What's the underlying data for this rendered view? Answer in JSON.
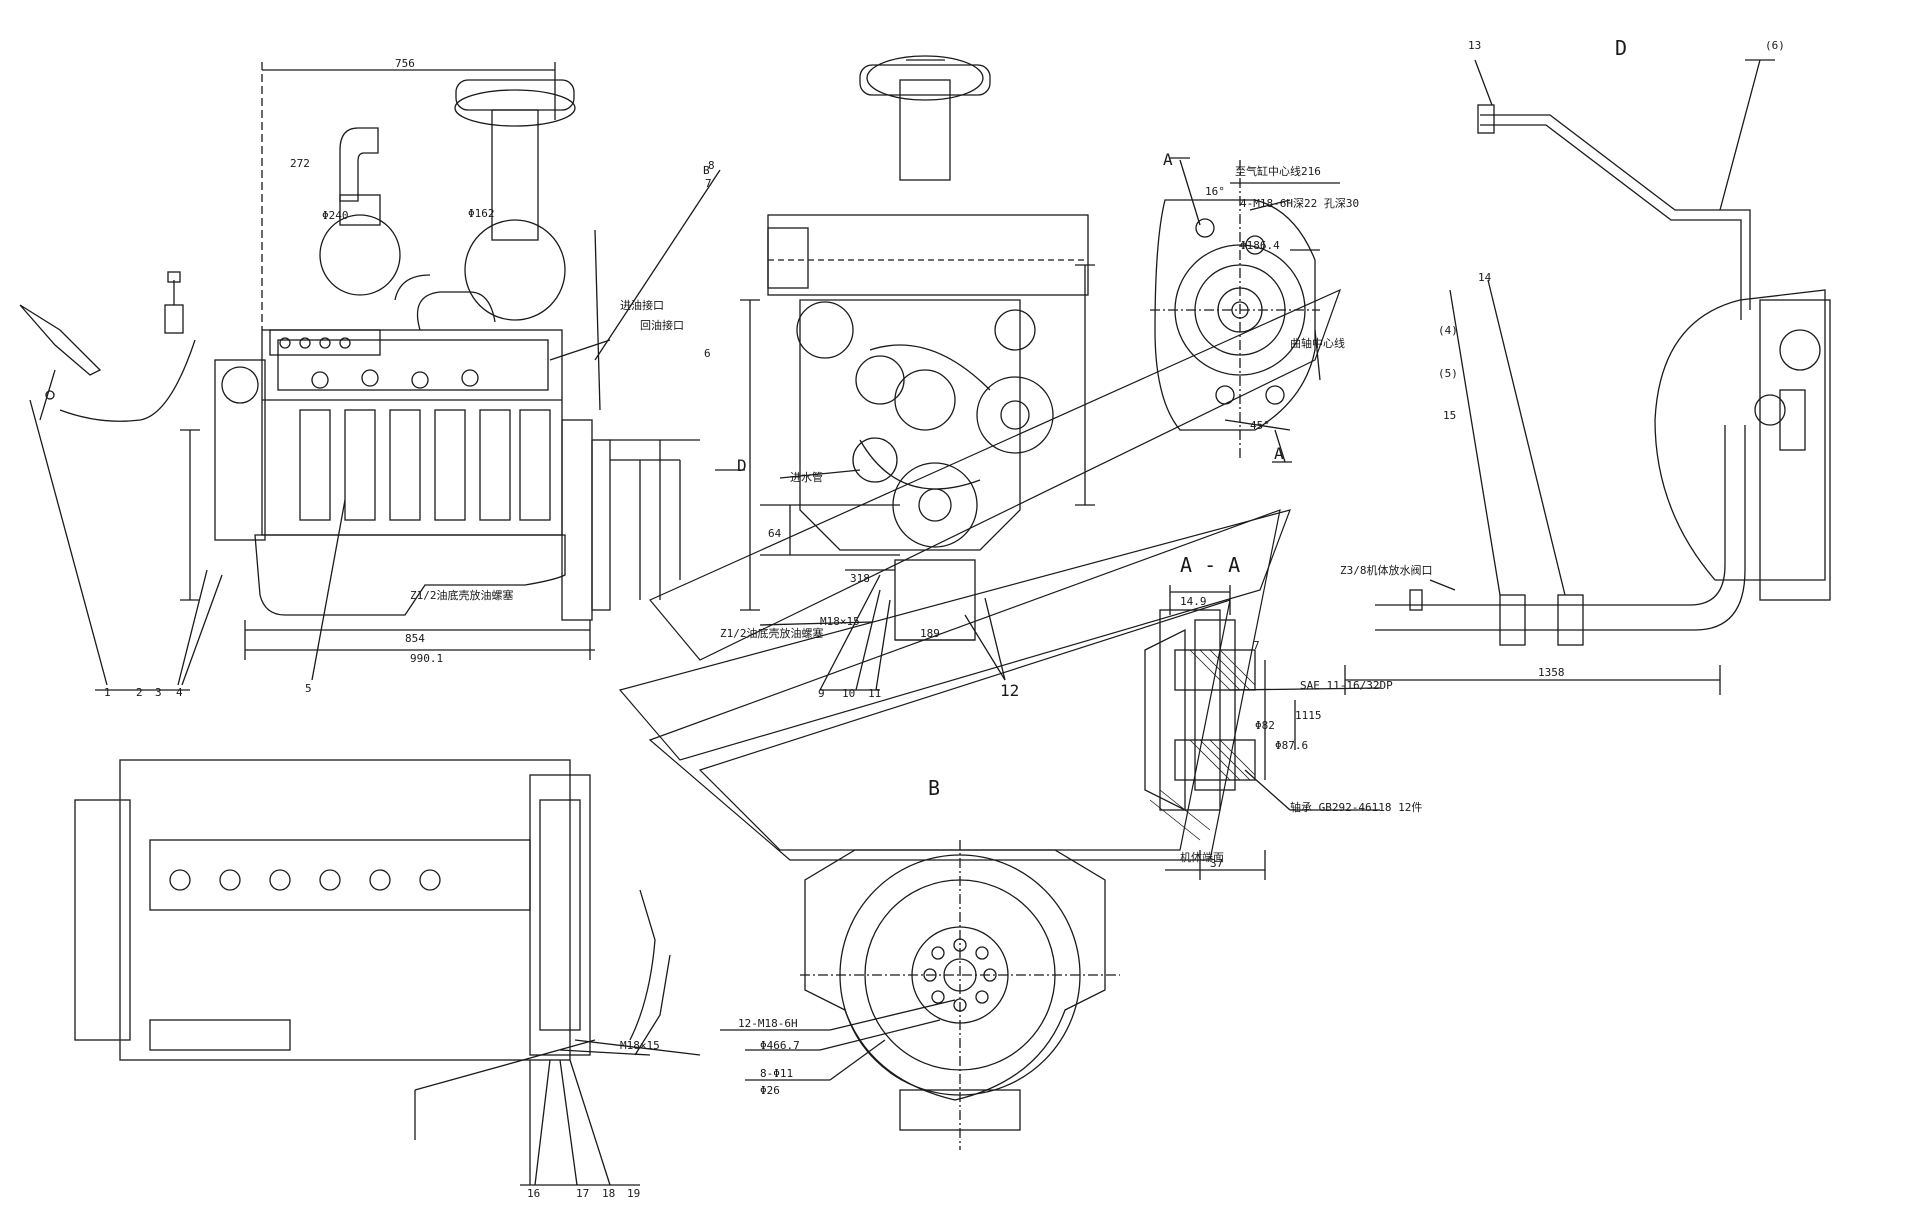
{
  "view_labels": {
    "D_top": "D",
    "D_front": "D",
    "A_top": "A",
    "A_bottom": "A",
    "section": "A - A",
    "B_view": "B",
    "B_side": "B"
  },
  "part_numbers": {
    "n1": "1",
    "n2": "2",
    "n3": "3",
    "n4": "4",
    "n5": "5",
    "n6": "6",
    "n7": "7",
    "n8": "8",
    "n9": "9",
    "n10": "10",
    "n11": "11",
    "n12": "12",
    "n13": "13",
    "n14": "14",
    "n15": "15",
    "n16": "16",
    "n17": "17",
    "n18": "18",
    "n19": "19",
    "p4": "(4)",
    "p5": "(5)",
    "p6": "(6)"
  },
  "annotations": {
    "drain_plug": "Z1/2油底壳放油螺塞",
    "drain_plug2": "Z1/2油底壳放油螺塞",
    "water_outlet": "Z3/8机体放水阀口",
    "sae_spline": "SAE 11-16/32DP",
    "bearing": "轴承 GB292-46118 12件",
    "crank_center": "曲轴中心线",
    "center_line": "至气缸中心线216",
    "bolt_pattern": "4-M18-6H深22 孔深30",
    "m18_15": "M18×15",
    "m18_15b": "M18×15",
    "flywheel_bolts": "12-M18-6H",
    "phi466": "Φ466.7",
    "holes": "8-Φ11",
    "phi26": "Φ26",
    "phi186": "Φ186.4",
    "phi82": "Φ82",
    "phi87": "Φ87.6",
    "oil_inlet": "进油接口",
    "return_port": "回油接口",
    "water_conn": "进水管",
    "machine_face": "机体端面"
  },
  "dimensions": {
    "d_top_width": "756",
    "d_272": "272",
    "d_phi240": "Φ240",
    "d_phi162": "Φ162",
    "d_854": "854",
    "d_990": "990.1",
    "d_1358": "1358",
    "d_37": "37",
    "d_45": "45°",
    "d_16": "16°",
    "d_149": "14.9",
    "d_64": "64",
    "d_1115": "1115",
    "d_318": "318",
    "d_189": "189"
  }
}
